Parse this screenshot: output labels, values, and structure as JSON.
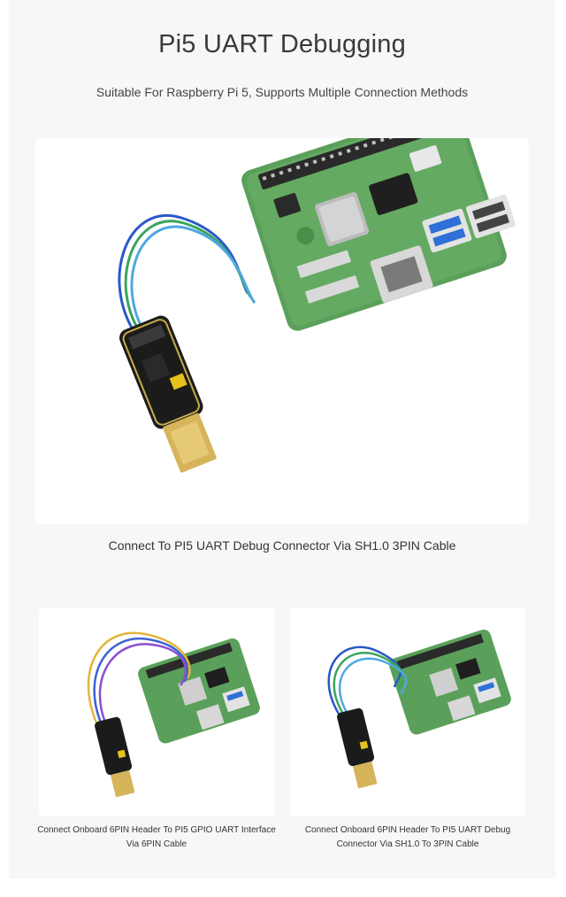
{
  "header": {
    "title": "Pi5 UART Debugging",
    "subtitle": "Suitable For Raspberry Pi 5, Supports Multiple Connection Methods"
  },
  "hero": {
    "caption": "Connect To PI5 UART Debug Connector Via SH1.0 3PIN Cable"
  },
  "cards": [
    {
      "caption_line1": "Connect Onboard 6PIN Header To PI5 GPIO UART Interface",
      "caption_line2": "Via 6PIN Cable"
    },
    {
      "caption_line1": "Connect Onboard 6PIN Header To PI5 UART Debug",
      "caption_line2": "Connector Via SH1.0 To 3PIN Cable"
    }
  ],
  "colors": {
    "board_green": "#5aa05a",
    "board_dark": "#3f7e43",
    "usb_blue": "#2f6fd8",
    "module_black": "#1b1b1b",
    "usb_gold": "#d6b45a"
  }
}
